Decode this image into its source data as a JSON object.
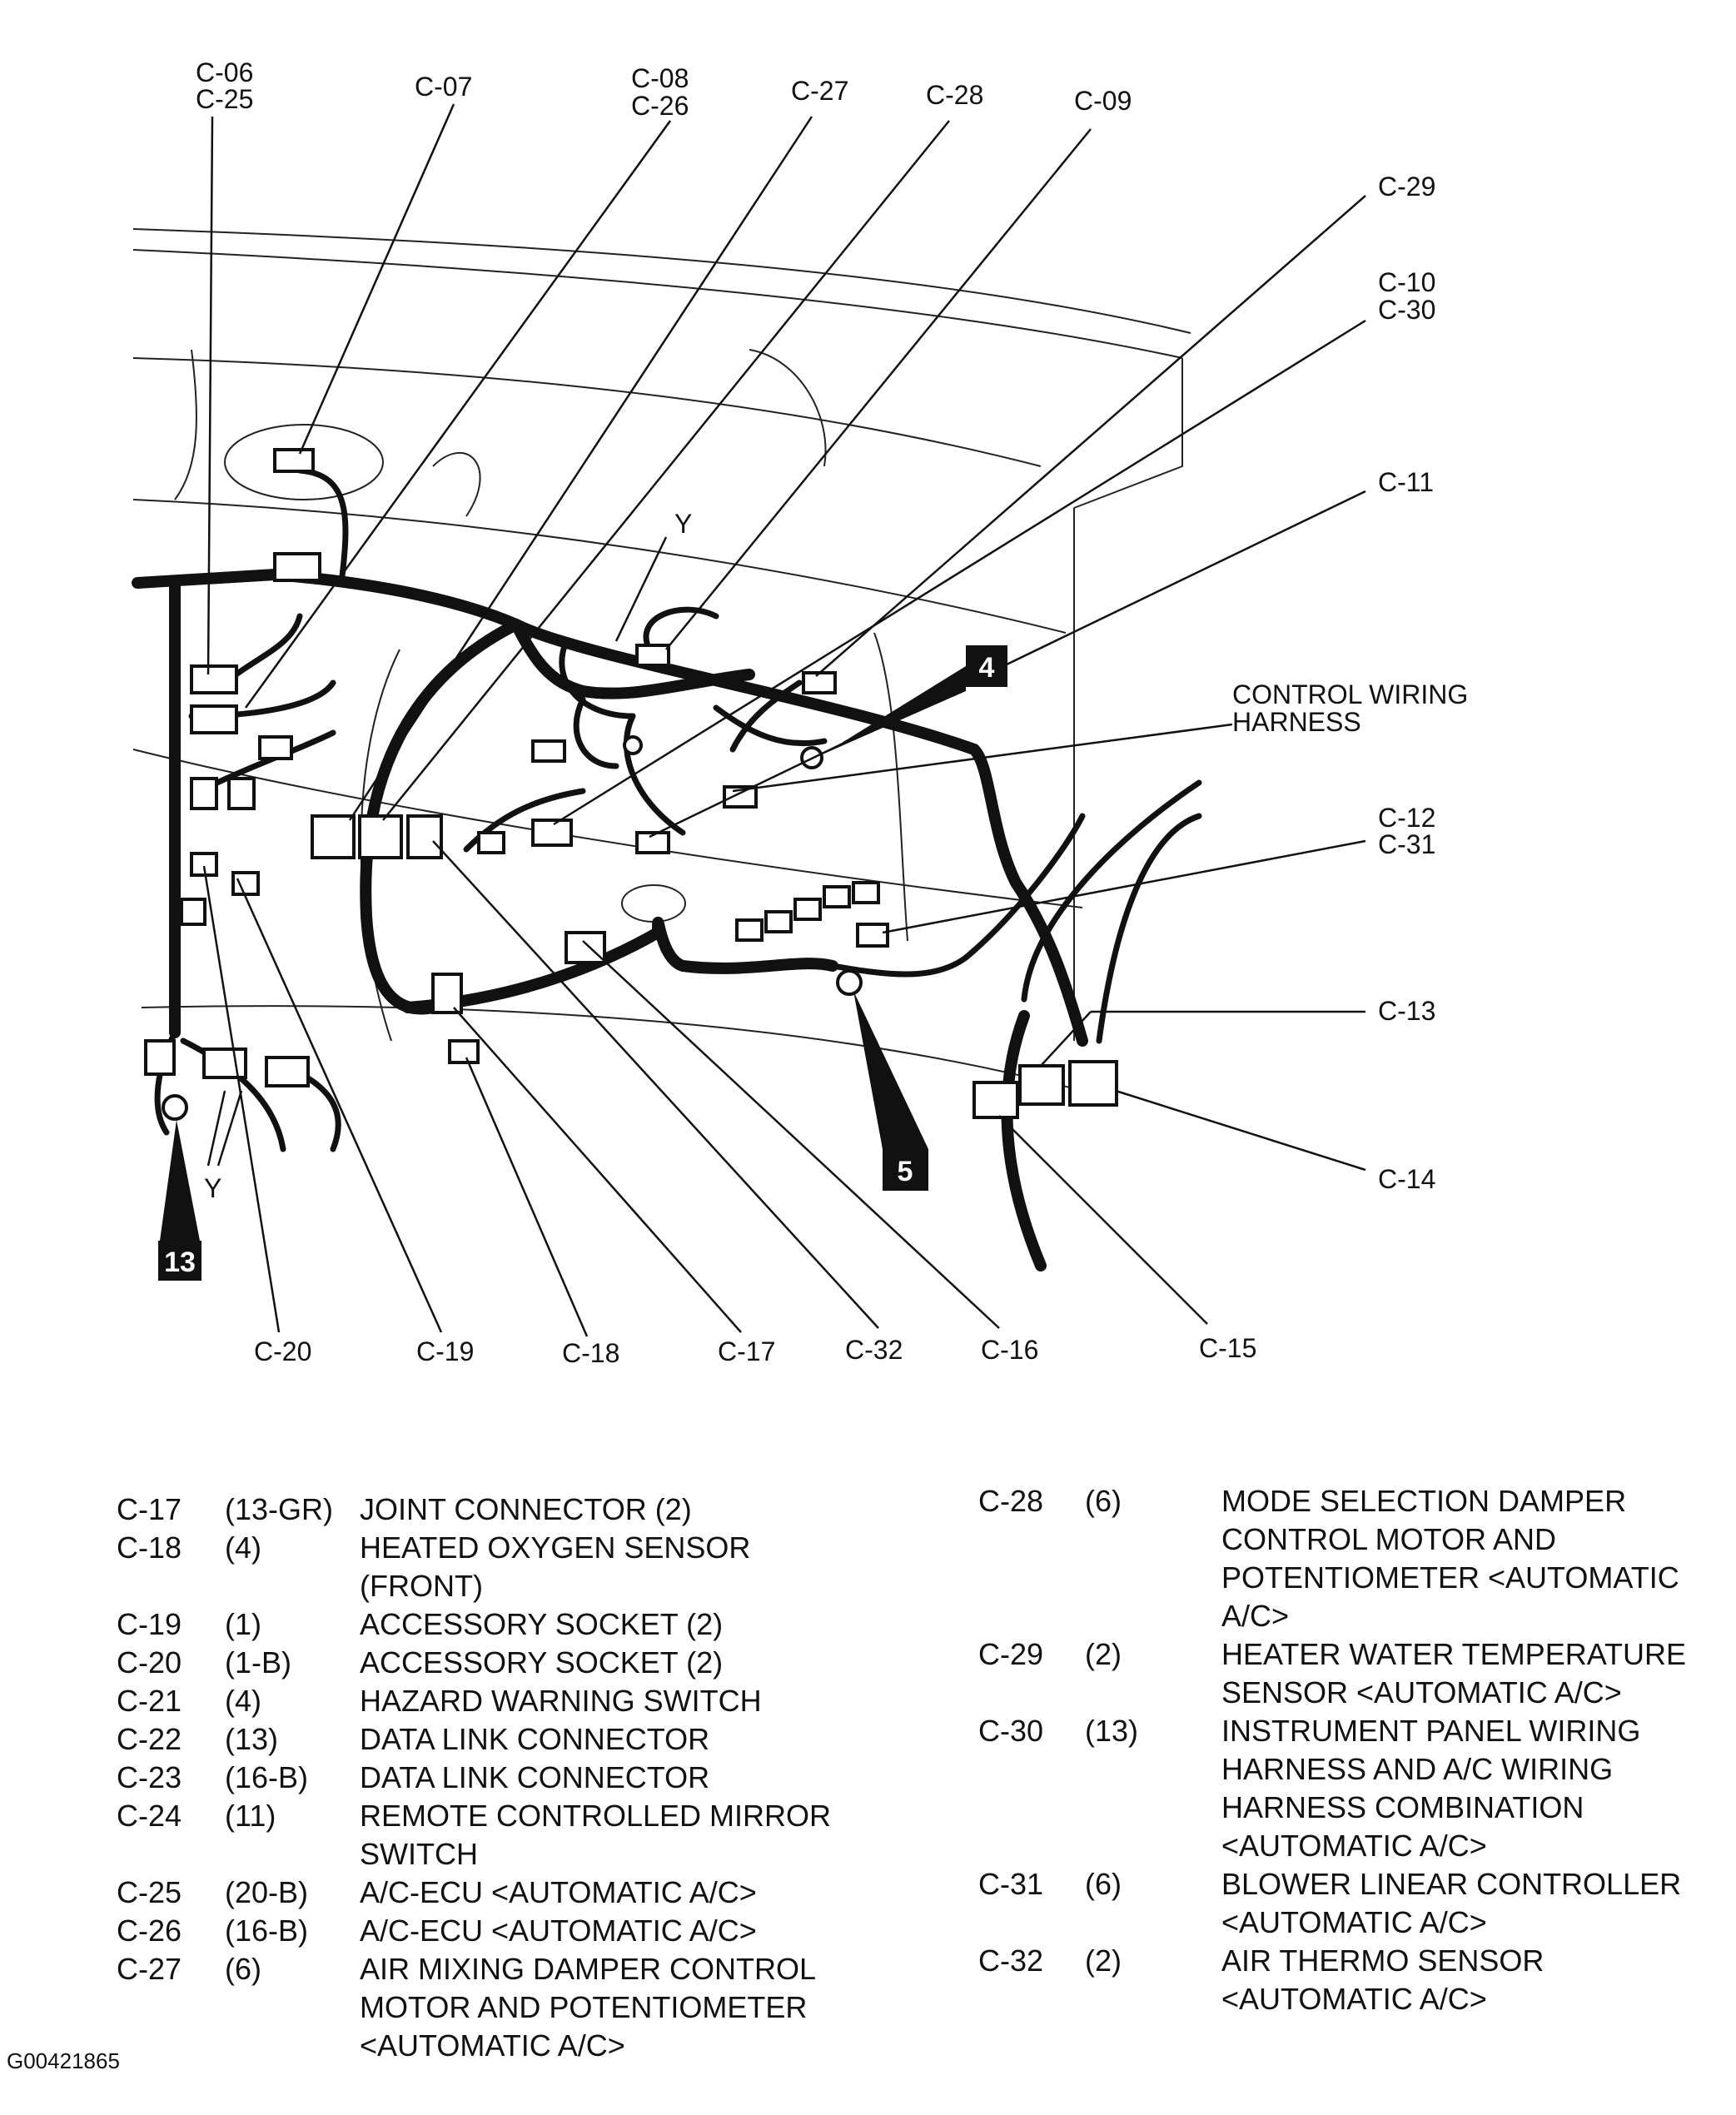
{
  "callouts": {
    "c06": "C-06",
    "c25": "C-25",
    "c07": "C-07",
    "c08": "C-08",
    "c26": "C-26",
    "c27": "C-27",
    "c28": "C-28",
    "c09": "C-09",
    "c29": "C-29",
    "c10": "C-10",
    "c30": "C-30",
    "c11": "C-11",
    "c12": "C-12",
    "c31": "C-31",
    "c13": "C-13",
    "c14": "C-14",
    "c15": "C-15",
    "c16": "C-16",
    "c32": "C-32",
    "c17": "C-17",
    "c18": "C-18",
    "c19": "C-19",
    "c20": "C-20",
    "control_harness_line1": "CONTROL WIRING",
    "control_harness_line2": "HARNESS",
    "y": "Y"
  },
  "tags": {
    "t4": "4",
    "t5": "5",
    "t13": "13"
  },
  "legend_left": [
    {
      "code": "C-17",
      "pins": "(13-GR)",
      "desc": "JOINT CONNECTOR (2)"
    },
    {
      "code": "C-18",
      "pins": "(4)",
      "desc": "HEATED OXYGEN SENSOR\n(FRONT)"
    },
    {
      "code": "C-19",
      "pins": "(1)",
      "desc": "ACCESSORY SOCKET (2)"
    },
    {
      "code": "C-20",
      "pins": "(1-B)",
      "desc": "ACCESSORY SOCKET (2)"
    },
    {
      "code": "C-21",
      "pins": "(4)",
      "desc": "HAZARD WARNING SWITCH"
    },
    {
      "code": "C-22",
      "pins": "(13)",
      "desc": "DATA LINK CONNECTOR"
    },
    {
      "code": "C-23",
      "pins": "(16-B)",
      "desc": "DATA LINK CONNECTOR"
    },
    {
      "code": "C-24",
      "pins": "(11)",
      "desc": "REMOTE CONTROLLED MIRROR\nSWITCH"
    },
    {
      "code": "C-25",
      "pins": "(20-B)",
      "desc": "A/C-ECU <AUTOMATIC A/C>"
    },
    {
      "code": "C-26",
      "pins": "(16-B)",
      "desc": "A/C-ECU <AUTOMATIC A/C>"
    },
    {
      "code": "C-27",
      "pins": "(6)",
      "desc": "AIR MIXING DAMPER CONTROL\nMOTOR AND POTENTIOMETER\n<AUTOMATIC A/C>"
    }
  ],
  "legend_right": [
    {
      "code": "C-28",
      "pins": "(6)",
      "desc": "MODE SELECTION DAMPER\nCONTROL MOTOR AND\nPOTENTIOMETER <AUTOMATIC\nA/C>"
    },
    {
      "code": "C-29",
      "pins": "(2)",
      "desc": "HEATER WATER TEMPERATURE\nSENSOR <AUTOMATIC A/C>"
    },
    {
      "code": "C-30",
      "pins": "(13)",
      "desc": "INSTRUMENT PANEL WIRING\nHARNESS AND A/C WIRING\nHARNESS COMBINATION\n<AUTOMATIC A/C>"
    },
    {
      "code": "C-31",
      "pins": "(6)",
      "desc": "BLOWER LINEAR CONTROLLER\n<AUTOMATIC A/C>"
    },
    {
      "code": "C-32",
      "pins": "(2)",
      "desc": "AIR THERMO SENSOR\n<AUTOMATIC A/C>"
    }
  ],
  "figure_id": "G00421865"
}
